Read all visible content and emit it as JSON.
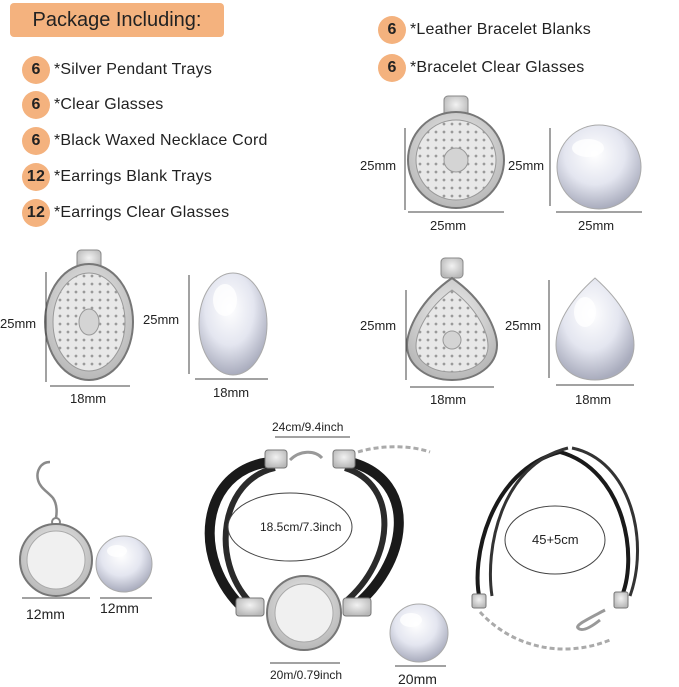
{
  "package_title": "Package Including:",
  "items_left": [
    {
      "qty": "6",
      "label": "*Silver Pendant Trays"
    },
    {
      "qty": "6",
      "label": "*Clear Glasses"
    },
    {
      "qty": "6",
      "label": "*Black Waxed Necklace Cord"
    },
    {
      "qty": "12",
      "label": "*Earrings Blank Trays"
    },
    {
      "qty": "12",
      "label": "*Earrings Clear Glasses"
    }
  ],
  "items_right": [
    {
      "qty": "6",
      "label": "*Leather Bracelet Blanks"
    },
    {
      "qty": "6",
      "label": "*Bracelet Clear Glasses"
    }
  ],
  "dimensions": {
    "round_tray_h": "25mm",
    "round_tray_w": "25mm",
    "round_glass_h": "25mm",
    "round_glass_w": "25mm",
    "oval_tray_h": "25mm",
    "oval_tray_w": "18mm",
    "oval_glass_h": "25mm",
    "oval_glass_w": "18mm",
    "drop_tray_h": "25mm",
    "drop_tray_w": "18mm",
    "drop_glass_h": "25mm",
    "drop_glass_w": "18mm",
    "earring_tray_w": "12mm",
    "earring_glass_w": "12mm",
    "bracelet_length": "24cm/9.4inch",
    "bracelet_inner": "18.5cm/7.3inch",
    "bracelet_tray_w": "20m/0.79inch",
    "bracelet_glass_w": "20mm",
    "necklace_length": "45+5cm"
  }
}
